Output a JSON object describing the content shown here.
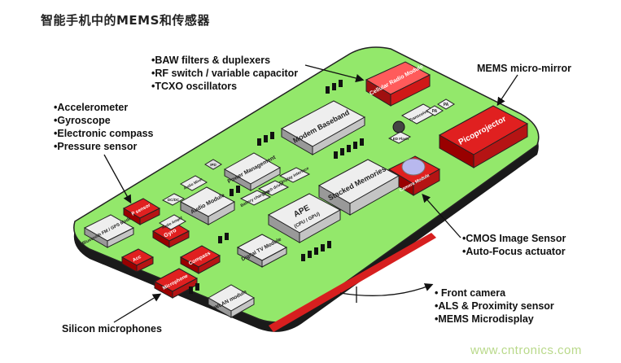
{
  "title": "智能手机中的MEMS和传感器",
  "watermark": "www.cntronics.com",
  "callouts": {
    "rf": [
      "•BAW filters & duplexers",
      "•RF switch / variable capacitor",
      "•TCXO oscillators"
    ],
    "mirror": [
      "MEMS micro-mirror"
    ],
    "sensors": [
      "•Accelerometer",
      "•Gyroscope",
      "•Electronic compass",
      "•Pressure sensor"
    ],
    "cmos": [
      "•CMOS Image Sensor",
      "•Auto-Focus actuator"
    ],
    "front": [
      "• Front camera",
      "•ALS & Proximity sensor",
      "•MEMS Microdisplay"
    ],
    "mics": [
      "Silicon microphones"
    ]
  },
  "chips": {
    "cellular": "Cellular Radio Module",
    "modem": "Modem Baseband",
    "power": "Power Management",
    "audio": "Audio Module",
    "stacked": "Stacked Memories",
    "ape": "APE",
    "ape_sub": "(CPU / GPU)",
    "digital_tv": "Digital TV Module",
    "wlan": "WLAN module",
    "bluetooth": "Bluetooth FM / GPS Module",
    "picoprojector": "Picoprojector",
    "camera": "Camera Module",
    "led_flash": "LED Flash",
    "pressure": "P sensor",
    "gyro": "Gyro",
    "acc": "Acc",
    "compass": "Compass",
    "microphone": "Microphone",
    "touch": "Touch driver",
    "display": "Display interface",
    "battery": "Battery charging",
    "audio_amp": "Audio Amplif",
    "audio_mixer": "Audio Mixer",
    "transceiver": "Transceiver",
    "pa1": "PA",
    "pa2": "PA",
    "dcdc": "DC/DC",
    "ipd": "IPD"
  },
  "colors": {
    "board": "#93e86b",
    "chip_red": "#e02020",
    "chip_grey": "#e8e8e8",
    "edge": "#222222"
  }
}
